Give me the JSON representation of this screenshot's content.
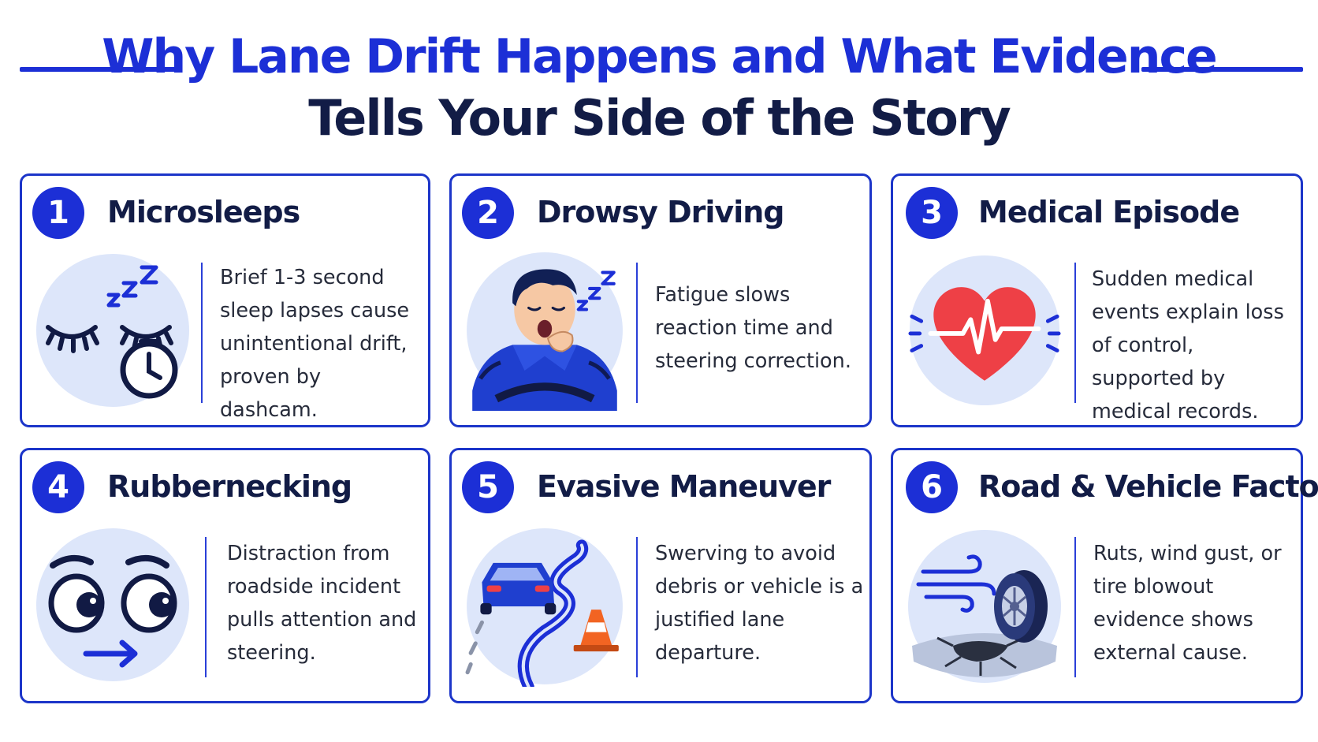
{
  "header": {
    "title_line1": "Why Lane Drift Happens and What Evidence",
    "title_line2": "Tells Your Side of the Story"
  },
  "colors": {
    "accent": "#1c2fd6",
    "navy": "#121c46",
    "circle_bg": "#dde6fa",
    "heart": "#ee4046",
    "cone": "#f26422"
  },
  "cards": [
    {
      "number": "1",
      "title": "Microsleeps",
      "description": "Brief 1-3 second sleep lapses cause unintentional drift, proven by dashcam.",
      "icon": "sleeping-eyes-clock-icon"
    },
    {
      "number": "2",
      "title": "Drowsy Driving",
      "description": "Fatigue slows reaction time and steering correction.",
      "icon": "yawning-driver-icon"
    },
    {
      "number": "3",
      "title": "Medical Episode",
      "description": "Sudden medical events explain loss of control, supported by medical records.",
      "icon": "heart-pulse-icon"
    },
    {
      "number": "4",
      "title": "Rubbernecking",
      "description": "Distraction from roadside incident pulls attention and steering.",
      "icon": "side-glance-eyes-icon"
    },
    {
      "number": "5",
      "title": "Evasive Maneuver",
      "description": "Swerving to avoid debris or vehicle is a justified lane departure.",
      "icon": "swerving-car-cone-icon"
    },
    {
      "number": "6",
      "title": "Road & Vehicle Factors",
      "description": "Ruts, wind gust, or tire blowout evidence shows external cause.",
      "icon": "wind-tire-pothole-icon"
    }
  ]
}
